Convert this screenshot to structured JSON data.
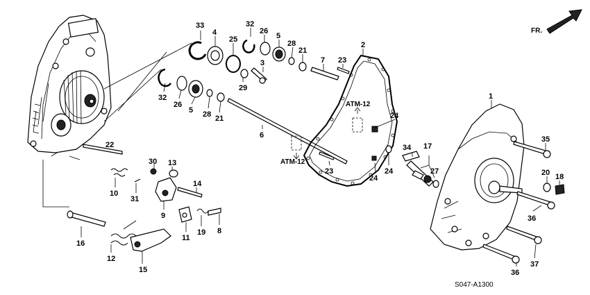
{
  "diagram": {
    "direction_label": "FR.",
    "drawing_code": "S047-A1300",
    "references": [
      {
        "id": "ref-atm12-top",
        "text": "ATM-12"
      },
      {
        "id": "ref-atm12-bottom",
        "text": "ATM-12"
      }
    ],
    "callouts": [
      {
        "id": "c1",
        "text": "1"
      },
      {
        "id": "c2",
        "text": "2"
      },
      {
        "id": "c3",
        "text": "3"
      },
      {
        "id": "c4",
        "text": "4"
      },
      {
        "id": "c5a",
        "text": "5"
      },
      {
        "id": "c5b",
        "text": "5"
      },
      {
        "id": "c6",
        "text": "6"
      },
      {
        "id": "c7",
        "text": "7"
      },
      {
        "id": "c8",
        "text": "8"
      },
      {
        "id": "c9",
        "text": "9"
      },
      {
        "id": "c10",
        "text": "10"
      },
      {
        "id": "c11",
        "text": "11"
      },
      {
        "id": "c12",
        "text": "12"
      },
      {
        "id": "c13",
        "text": "13"
      },
      {
        "id": "c14",
        "text": "14"
      },
      {
        "id": "c15",
        "text": "15"
      },
      {
        "id": "c16",
        "text": "16"
      },
      {
        "id": "c17",
        "text": "17"
      },
      {
        "id": "c18",
        "text": "18"
      },
      {
        "id": "c19",
        "text": "19"
      },
      {
        "id": "c20",
        "text": "20"
      },
      {
        "id": "c21a",
        "text": "21"
      },
      {
        "id": "c21b",
        "text": "21"
      },
      {
        "id": "c22",
        "text": "22"
      },
      {
        "id": "c23a",
        "text": "23"
      },
      {
        "id": "c23b",
        "text": "23"
      },
      {
        "id": "c24a",
        "text": "24"
      },
      {
        "id": "c24b",
        "text": "24"
      },
      {
        "id": "c24c",
        "text": "24"
      },
      {
        "id": "c25",
        "text": "25"
      },
      {
        "id": "c26a",
        "text": "26"
      },
      {
        "id": "c26b",
        "text": "26"
      },
      {
        "id": "c27",
        "text": "27"
      },
      {
        "id": "c28a",
        "text": "28"
      },
      {
        "id": "c28b",
        "text": "28"
      },
      {
        "id": "c29",
        "text": "29"
      },
      {
        "id": "c30",
        "text": "30"
      },
      {
        "id": "c31",
        "text": "31"
      },
      {
        "id": "c32a",
        "text": "32"
      },
      {
        "id": "c32b",
        "text": "32"
      },
      {
        "id": "c33",
        "text": "33"
      },
      {
        "id": "c34",
        "text": "34"
      },
      {
        "id": "c35",
        "text": "35"
      },
      {
        "id": "c36a",
        "text": "36"
      },
      {
        "id": "c36b",
        "text": "36"
      },
      {
        "id": "c37",
        "text": "37"
      }
    ]
  }
}
